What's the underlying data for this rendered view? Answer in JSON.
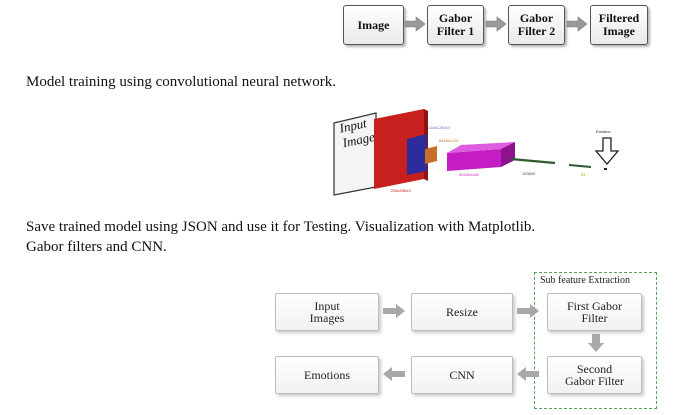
{
  "top_pipeline": {
    "steps": [
      "Image",
      "Gabor\nFilter 1",
      "Gabor\nFilter 2",
      "Filtered\nImage"
    ]
  },
  "paragraphs": {
    "p1": "Model training using convolutional neural network.",
    "p2_line1": "Save trained model using JSON and use it for Testing. Visualization with Matplotlib.",
    "p2_line2": "Gabor filters and CNN."
  },
  "cnn_figure": {
    "input_label_line1": "Input",
    "input_label_line2": "Image",
    "dim_input": "256x256x3",
    "dim_conv1": "128x128x64",
    "dim_conv2": "64x64x128",
    "dim_conv3": "40x30x128",
    "dim_flat": "153600",
    "dim_out": "64",
    "emotion_label": "Emotion",
    "colors": {
      "input_layer": "#c8201f",
      "conv1": "#2c2c9a",
      "conv2": "#c8702a",
      "conv3": "#c41dc4",
      "dense": "#2f5a2f"
    }
  },
  "bottom_flow": {
    "input_images": "Input\nImages",
    "resize": "Resize",
    "first_gabor": "First Gabor\nFilter",
    "second_gabor": "Second\nGabor Filter",
    "cnn": "CNN",
    "emotions": "Emotions",
    "sub_feature_label": "Sub feature Extraction",
    "frame_color": "#58a35a"
  }
}
